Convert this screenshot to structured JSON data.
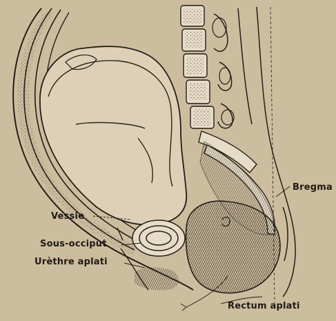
{
  "labels": {
    "bregma": "Bregma",
    "vessie": "Vessie",
    "sous_occiput": "Sous-occiput",
    "urethre": "Urèthre aplati",
    "rectum": "Rectum aplati"
  },
  "colors": {
    "paper": "#cdbd9f",
    "ink": "#231d16",
    "bone": "#e6dcc8",
    "hatch": "#5a4f40"
  }
}
